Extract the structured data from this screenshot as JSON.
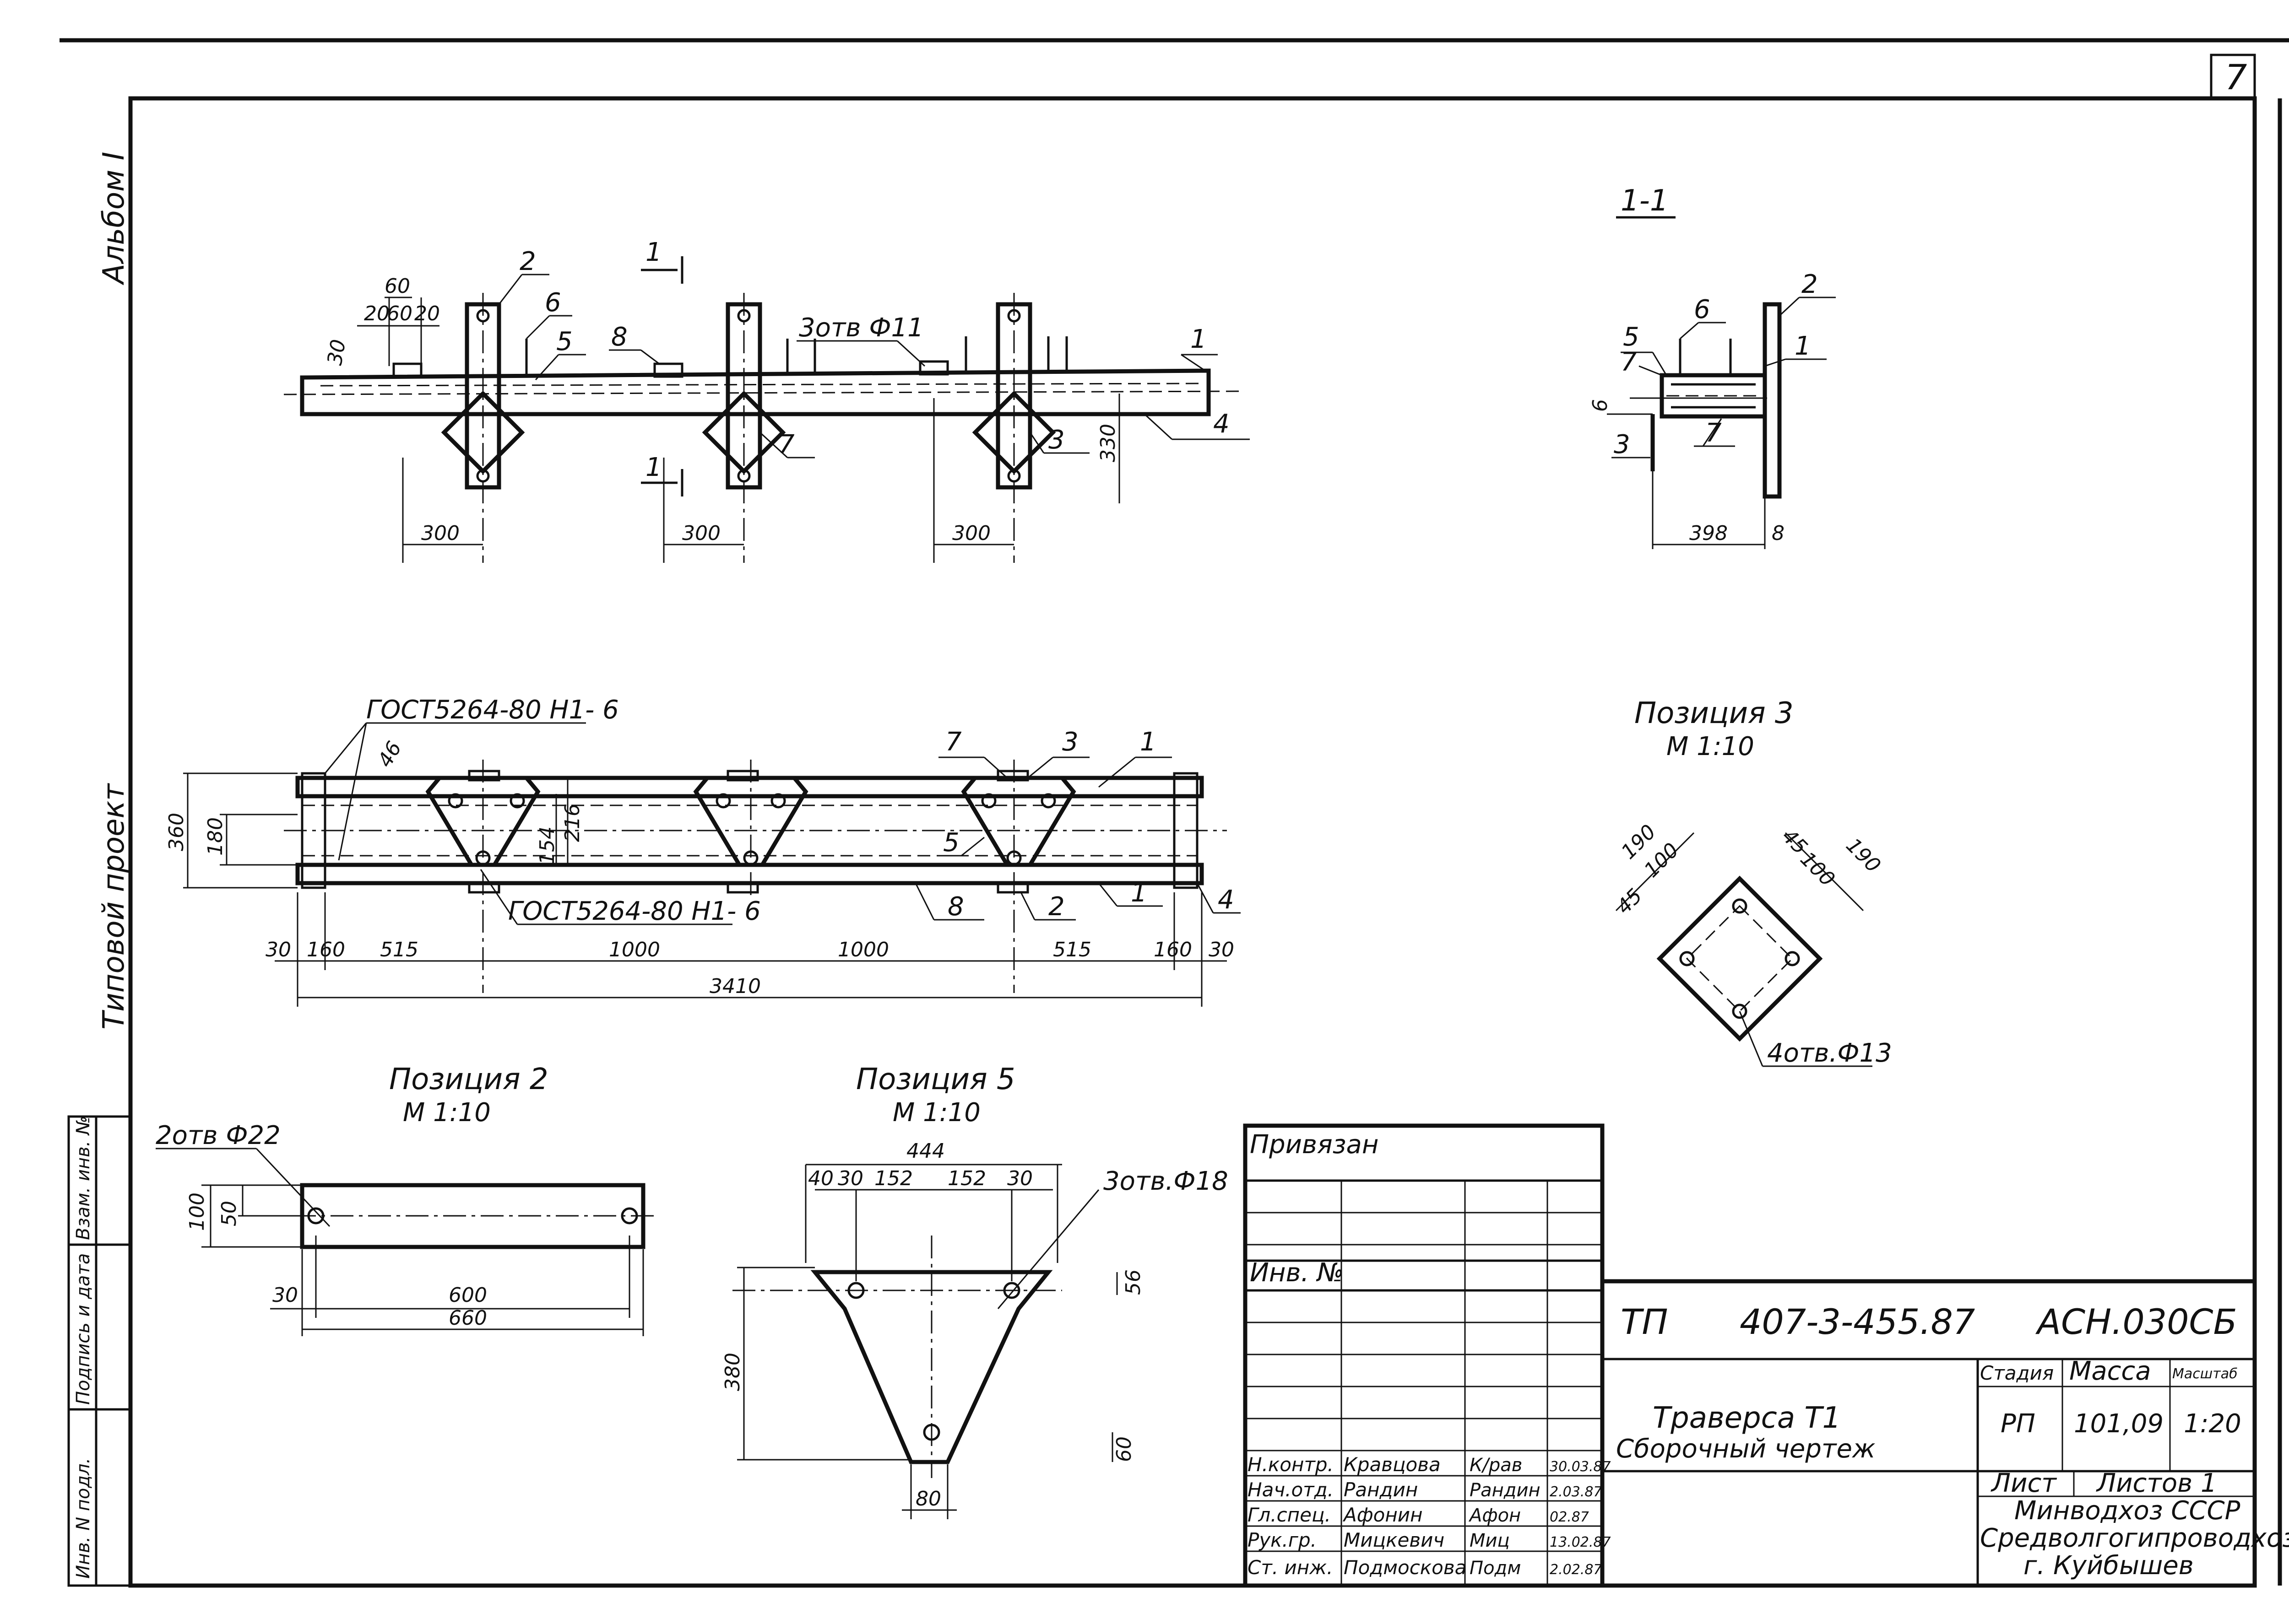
{
  "sheet": {
    "page_number": "7",
    "side_labels": {
      "album": "Альбом I",
      "project_type": "Типовой проект",
      "inv_podl": "Инв. N подл.",
      "podpis_data": "Подпись и дата",
      "vzam_inv": "Взам. инв. №"
    }
  },
  "main_view": {
    "section_marker": "1",
    "callouts": [
      "1",
      "2",
      "3",
      "4",
      "5",
      "6",
      "7",
      "8"
    ],
    "holes_note": "3отв Ф11",
    "dims": {
      "d60": "60",
      "d20a": "20",
      "d60b": "60",
      "d20b": "20",
      "d30": "30",
      "d330": "330",
      "d300a": "300",
      "d300b": "300",
      "d300c": "300"
    }
  },
  "section_view": {
    "title": "1-1",
    "callouts": [
      "2",
      "5",
      "6",
      "1",
      "7",
      "3",
      "7"
    ],
    "dims": {
      "d6": "6",
      "d398": "398",
      "d8": "8"
    }
  },
  "plan_view": {
    "weld_top": "ГОСТ5264-80 Н1-  6",
    "weld_bottom": "ГОСТ5264-80 Н1-  6",
    "callouts": [
      "7",
      "3",
      "1",
      "5",
      "8",
      "2",
      "1",
      "4"
    ],
    "dims": {
      "d46": "46",
      "d360": "360",
      "d180": "180",
      "d216": "216",
      "d154": "154",
      "d30a": "30",
      "d160a": "160",
      "d515a": "515",
      "d1000a": "1000",
      "d1000b": "1000",
      "d515b": "515",
      "d160b": "160",
      "d30b": "30",
      "total": "3410"
    }
  },
  "position3": {
    "title": "Позиция 3",
    "scale": "М 1:10",
    "holes": "4отв.Ф13",
    "dims": {
      "d190a": "190",
      "d45a": "45",
      "d100a": "100",
      "d190b": "190",
      "d45b": "45",
      "d100b": "100"
    }
  },
  "position2": {
    "title": "Позиция 2",
    "scale": "М 1:10",
    "holes": "2отв Ф22",
    "dims": {
      "d100": "100",
      "d50": "50",
      "d30": "30",
      "d600": "600",
      "d660": "660"
    }
  },
  "position5": {
    "title": "Позиция 5",
    "scale": "М 1:10",
    "holes": "3отв.Ф18",
    "dims": {
      "d444": "444",
      "d40": "40",
      "d30a": "30",
      "d152a": "152",
      "d152b": "152",
      "d30b": "30",
      "d56": "56",
      "d380": "380",
      "d60": "60",
      "d80": "80"
    }
  },
  "stamp": {
    "privyazan": "Привязан",
    "inv_no": "Инв. №",
    "code": "ТП",
    "project_number": "407-3-455.87",
    "doc_code": "АСН.030СБ",
    "title_line1": "Траверса Т1",
    "title_line2": "Сборочный чертеж",
    "headers": {
      "stage": "Стадия",
      "mass": "Масса",
      "scale": "Масштаб"
    },
    "values": {
      "stage": "РП",
      "mass": "101,09",
      "scale": "1:20"
    },
    "sheet_label": "Лист",
    "sheets_label": "Листов 1",
    "org_line1": "Минводхоз СССР",
    "org_line2": "Средволгогипроводхоз",
    "org_line3": "г. Куйбышев",
    "signers": [
      {
        "role": "Н.контр.",
        "name": "Кравцова",
        "sign": "К/рав",
        "date": "30.03.87"
      },
      {
        "role": "Нач.отд.",
        "name": "Рандин",
        "sign": "Рандин",
        "date": "2.03.87"
      },
      {
        "role": "Гл.спец.",
        "name": "Афонин",
        "sign": "Афон",
        "date": "02.87"
      },
      {
        "role": "Рук.гр.",
        "name": "Мицкевич",
        "sign": "Миц",
        "date": "13.02.87"
      },
      {
        "role": "Ст. инж.",
        "name": "Подмоскова",
        "sign": "Подм",
        "date": "2.02.87"
      }
    ]
  }
}
